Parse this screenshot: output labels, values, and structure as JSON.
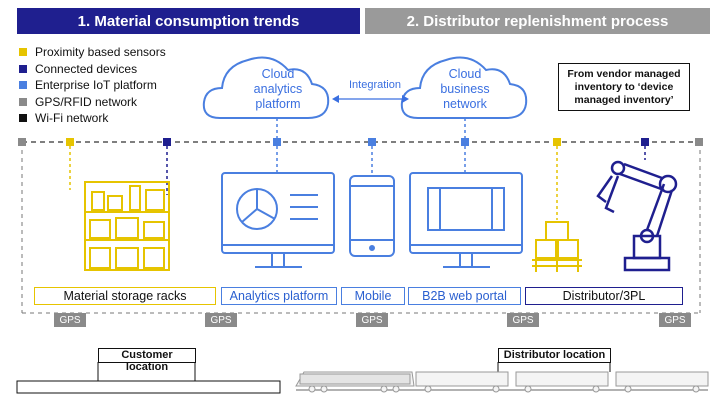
{
  "banners": {
    "left": "1. Material consumption trends",
    "right": "2. Distributor replenishment process"
  },
  "legend": [
    {
      "label": "Proximity based sensors",
      "color": "#e6c400"
    },
    {
      "label": "Connected devices",
      "color": "#1f1f8f"
    },
    {
      "label": "Enterprise IoT platform",
      "color": "#4a7fe0"
    },
    {
      "label": "GPS/RFID network",
      "color": "#8a8a8a"
    },
    {
      "label": "Wi-Fi network",
      "color": "#111111"
    }
  ],
  "clouds": {
    "left": [
      "Cloud",
      "analytics",
      "platform"
    ],
    "right": [
      "Cloud",
      "business",
      "network"
    ],
    "connector": "Integration"
  },
  "vendor_note": [
    "From vendor managed",
    "inventory to ‘device",
    "managed inventory’"
  ],
  "labels": {
    "racks": "Material storage racks",
    "analytics": "Analytics platform",
    "mobile": "Mobile",
    "b2b": "B2B web portal",
    "distributor": "Distributor/3PL"
  },
  "gps_tag": "GPS",
  "locations": {
    "customer": "Customer location",
    "distributor": "Distributor location"
  },
  "colors": {
    "navy": "#1f1f8f",
    "gray": "#9a9a9a",
    "yellow": "#e6c400",
    "blue": "#4a7fe0"
  }
}
